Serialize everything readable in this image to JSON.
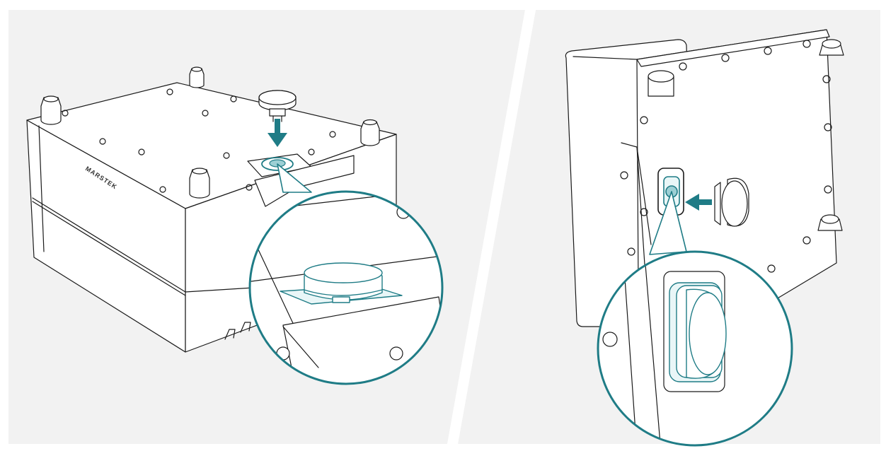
{
  "brand": {
    "logo_text": "MARSTEK"
  },
  "colors": {
    "panel_background": "#f2f2f2",
    "divider": "#ffffff",
    "line": "#1a1a1a",
    "device_fill": "#ffffff",
    "accent": "#1f7c86",
    "accent_light": "#9ccfd4"
  },
  "panels": [
    {
      "id": "left",
      "step": "insert-plug-top-port",
      "arrow_direction": "down"
    },
    {
      "id": "right",
      "step": "insert-plug-side-port",
      "arrow_direction": "left"
    }
  ],
  "icons": [
    "down-arrow-icon",
    "left-arrow-icon",
    "magnifier-callout",
    "plug-cap"
  ]
}
